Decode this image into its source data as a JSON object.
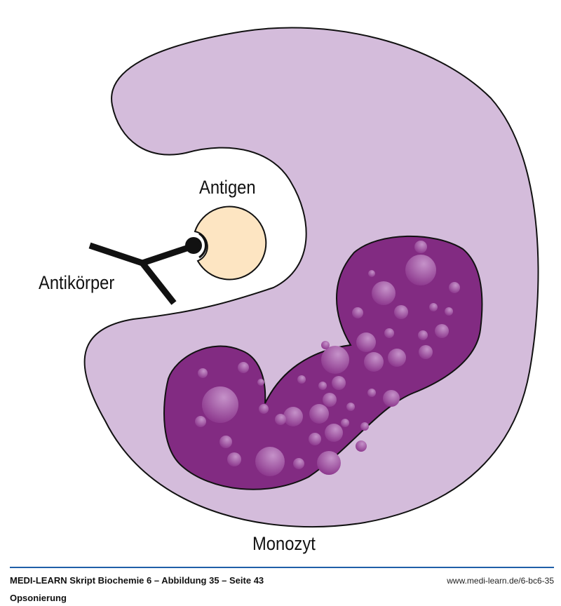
{
  "figure": {
    "labels": {
      "antigen": "Antigen",
      "antibody": "Antikörper",
      "monocyte": "Monozyt"
    },
    "colors": {
      "cytoplasm": "#d4bcdb",
      "nucleus": "#822b82",
      "granule": "#a566ac",
      "antigen": "#fde5c2",
      "outline": "#111111",
      "footer_rule": "#1f5fa8"
    }
  },
  "footer": {
    "caption": "MEDI-LEARN Skript Biochemie 6 – Abbildung 35 – Seite 43",
    "subcaption": "Opsonierung",
    "url": "www.medi-learn.de/6-bc6-35"
  }
}
